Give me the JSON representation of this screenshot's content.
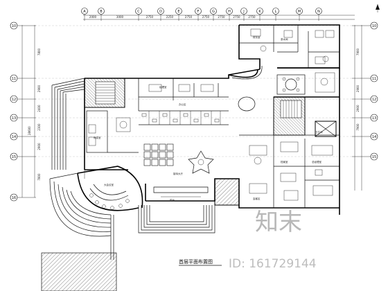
{
  "grid_top": [
    "A",
    "B",
    "C",
    "D",
    "E",
    "F",
    "G",
    "H",
    "J",
    "K",
    "L",
    "M",
    "N"
  ],
  "grid_left": [
    "10",
    "11",
    "12",
    "13",
    "14",
    "15",
    "16"
  ],
  "grid_right": [
    "10",
    "11",
    "12",
    "13",
    "14",
    "15"
  ],
  "dimensions_top": [
    "2000",
    "3000",
    "2750",
    "2250",
    "2750",
    "2750",
    "2750",
    "2750",
    "2750"
  ],
  "dimensions_left": [
    "7800",
    "2900",
    "2400",
    "2300",
    "2900",
    "7800"
  ],
  "dimension_total_left": "28600",
  "dimensions_right": [
    "7900",
    "2900",
    "2900",
    "7900"
  ],
  "room_labels": [
    "大会议室",
    "经理室",
    "办公区",
    "接待大厅",
    "前台",
    "休息室",
    "财务室",
    "茶水间",
    "卫生间",
    "档案室",
    "总经理室",
    "会客区"
  ],
  "drawing_title": "首层平面布置图",
  "watermark": {
    "brand": "知末",
    "id_text": "ID: 161729144"
  },
  "colors": {
    "line": "#111111",
    "hatch": "#333333",
    "watermark": "#bdbdbd"
  }
}
